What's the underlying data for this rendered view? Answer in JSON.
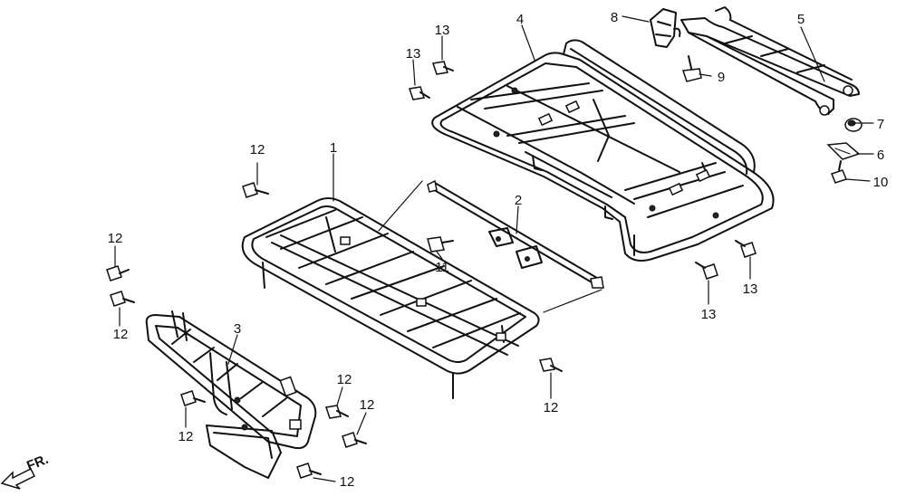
{
  "labels": {
    "p1": "1",
    "p2": "2",
    "p3": "3",
    "p4": "4",
    "p5": "5",
    "p6": "6",
    "p7": "7",
    "p8": "8",
    "p9": "9",
    "p10": "10",
    "p11": "11",
    "p12": "12",
    "p13": "13",
    "front": "FR."
  }
}
